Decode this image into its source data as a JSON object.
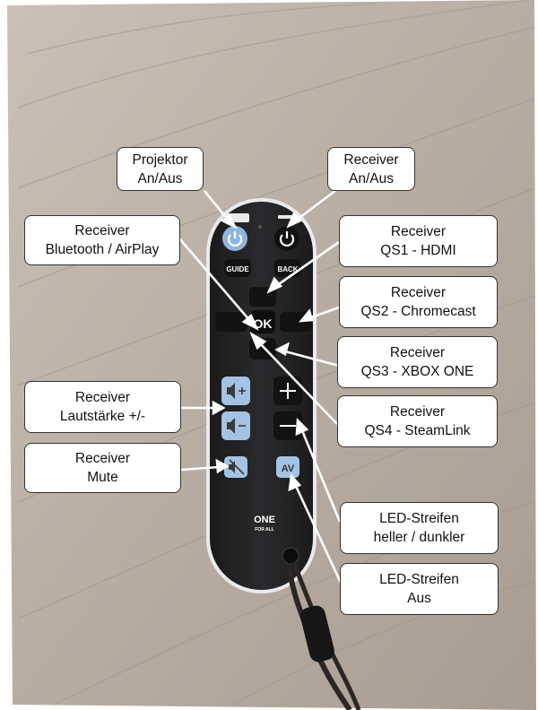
{
  "remote": {
    "buttons": {
      "guide": "GUIDE",
      "back": "BACK",
      "ok": "OK",
      "brand_top": "ONE",
      "brand_bottom": "FOR ALL"
    }
  },
  "callouts": {
    "projektor_power": [
      "Projektor",
      "An/Aus"
    ],
    "receiver_power": [
      "Receiver",
      "An/Aus"
    ],
    "bluetooth": [
      "Receiver",
      "Bluetooth / AirPlay"
    ],
    "qs1": [
      "Receiver",
      "QS1 - HDMI"
    ],
    "qs2": [
      "Receiver",
      "QS2 - Chromecast"
    ],
    "qs3": [
      "Receiver",
      "QS3 - XBOX ONE"
    ],
    "qs4": [
      "Receiver",
      "QS4 - SteamLink"
    ],
    "volume": [
      "Receiver",
      "Lautstärke +/-"
    ],
    "mute": [
      "Receiver",
      "Mute"
    ],
    "led_brightness": [
      "LED-Streifen",
      "heller / dunkler"
    ],
    "led_off": [
      "LED-Streifen",
      "Aus"
    ]
  }
}
